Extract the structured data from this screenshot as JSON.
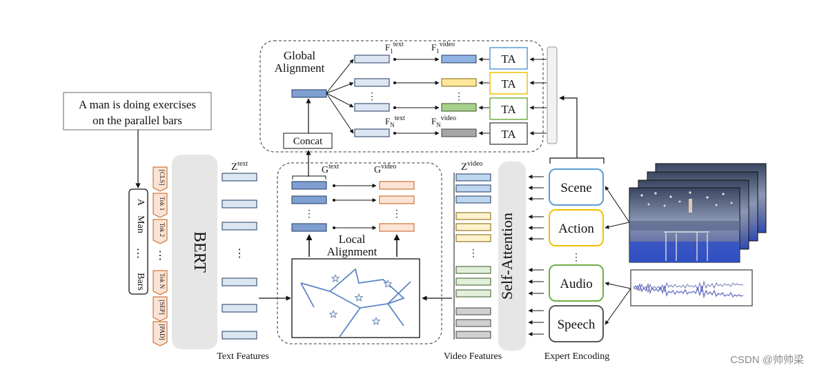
{
  "caption": {
    "line1": "A man is doing exercises",
    "line2": "on the parallel bars"
  },
  "tokens_vertical": [
    "A",
    "Man",
    "⋮",
    "Bars"
  ],
  "special_tokens": [
    "[CLS]",
    "Tok 1",
    "Tok 2",
    "Tok N",
    "[SEP]",
    "[PAD]"
  ],
  "bert_label": "BERT",
  "self_attention_label": "Self-Attention",
  "global_alignment": {
    "line1": "Global",
    "line2": "Alignment"
  },
  "local_alignment": {
    "line1": "Local",
    "line2": "Alignment"
  },
  "concat_label": "Concat",
  "ta_label": "TA",
  "vdots": "⋮",
  "z_text": {
    "base": "Z",
    "sup": "text"
  },
  "z_video": {
    "base": "Z",
    "sup": "video"
  },
  "g_text": {
    "base": "G",
    "sup": "text"
  },
  "g_video": {
    "base": "G",
    "sup": "video"
  },
  "f1_text": {
    "base": "F",
    "sub": "1",
    "sup": "text"
  },
  "f1_video": {
    "base": "F",
    "sub": "1",
    "sup": "video"
  },
  "fn_text": {
    "base": "F",
    "sub": "N",
    "sup": "text"
  },
  "fn_video": {
    "base": "F",
    "sub": "N",
    "sup": "video"
  },
  "experts": [
    {
      "label": "Scene",
      "color": "#5b9bd5"
    },
    {
      "label": "Action",
      "color": "#f0c000"
    },
    {
      "label": "Audio",
      "color": "#70ad47"
    },
    {
      "label": "Speech",
      "color": "#595959"
    }
  ],
  "bottom_labels": {
    "text_features": "Text Features",
    "video_features": "Video Features",
    "expert_encoding": "Expert Encoding"
  },
  "watermark": "CSDN @帅帅梁",
  "colors": {
    "text_feat": "#dce6f2",
    "text_feat_dark": "#7f9fd1",
    "video_feat_peach": "#fbe4d5",
    "video_blue": "#9dc3e6",
    "video_yellow": "#fff2cc",
    "video_green": "#e2f0d9",
    "video_gray": "#d0d0d0",
    "ta_blue": "#5b9bd5",
    "ta_yellow": "#f0c000",
    "ta_green": "#70ad47",
    "ta_gray": "#595959",
    "feat_green": "#a9d18e",
    "feat_gray": "#a6a6a6",
    "feat_blue": "#8fb4e3",
    "feat_yellow": "#ffe699"
  }
}
